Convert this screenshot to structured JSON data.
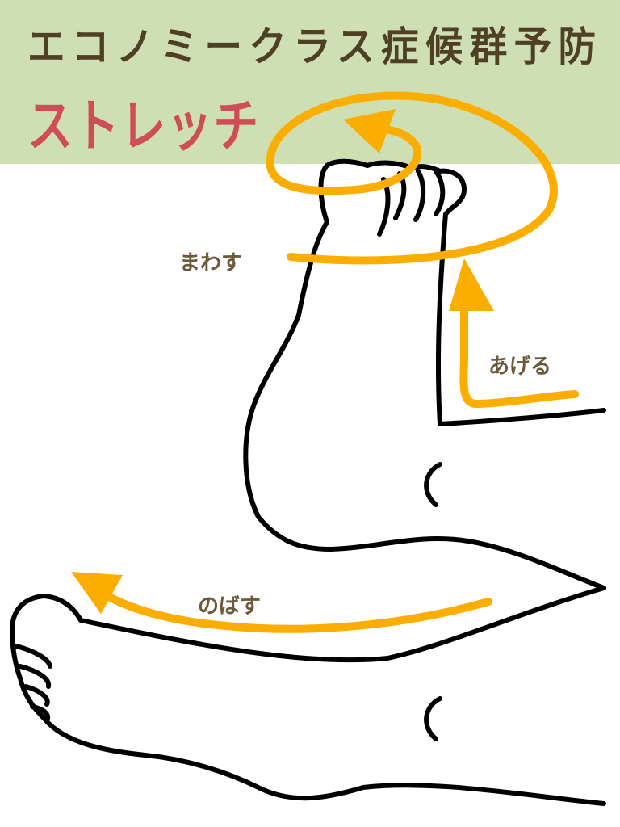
{
  "header": {
    "title": "エコノミークラス症候群予防",
    "subtitle": "ストレッチ"
  },
  "labels": {
    "rotate": "まわす",
    "raise": "あげる",
    "stretch": "のばす"
  },
  "colors": {
    "band": "#cddfb3",
    "title": "#4f4024",
    "subtitle": "#cf4e55",
    "arrow": "#fbae00",
    "label": "#6b5a3a"
  }
}
